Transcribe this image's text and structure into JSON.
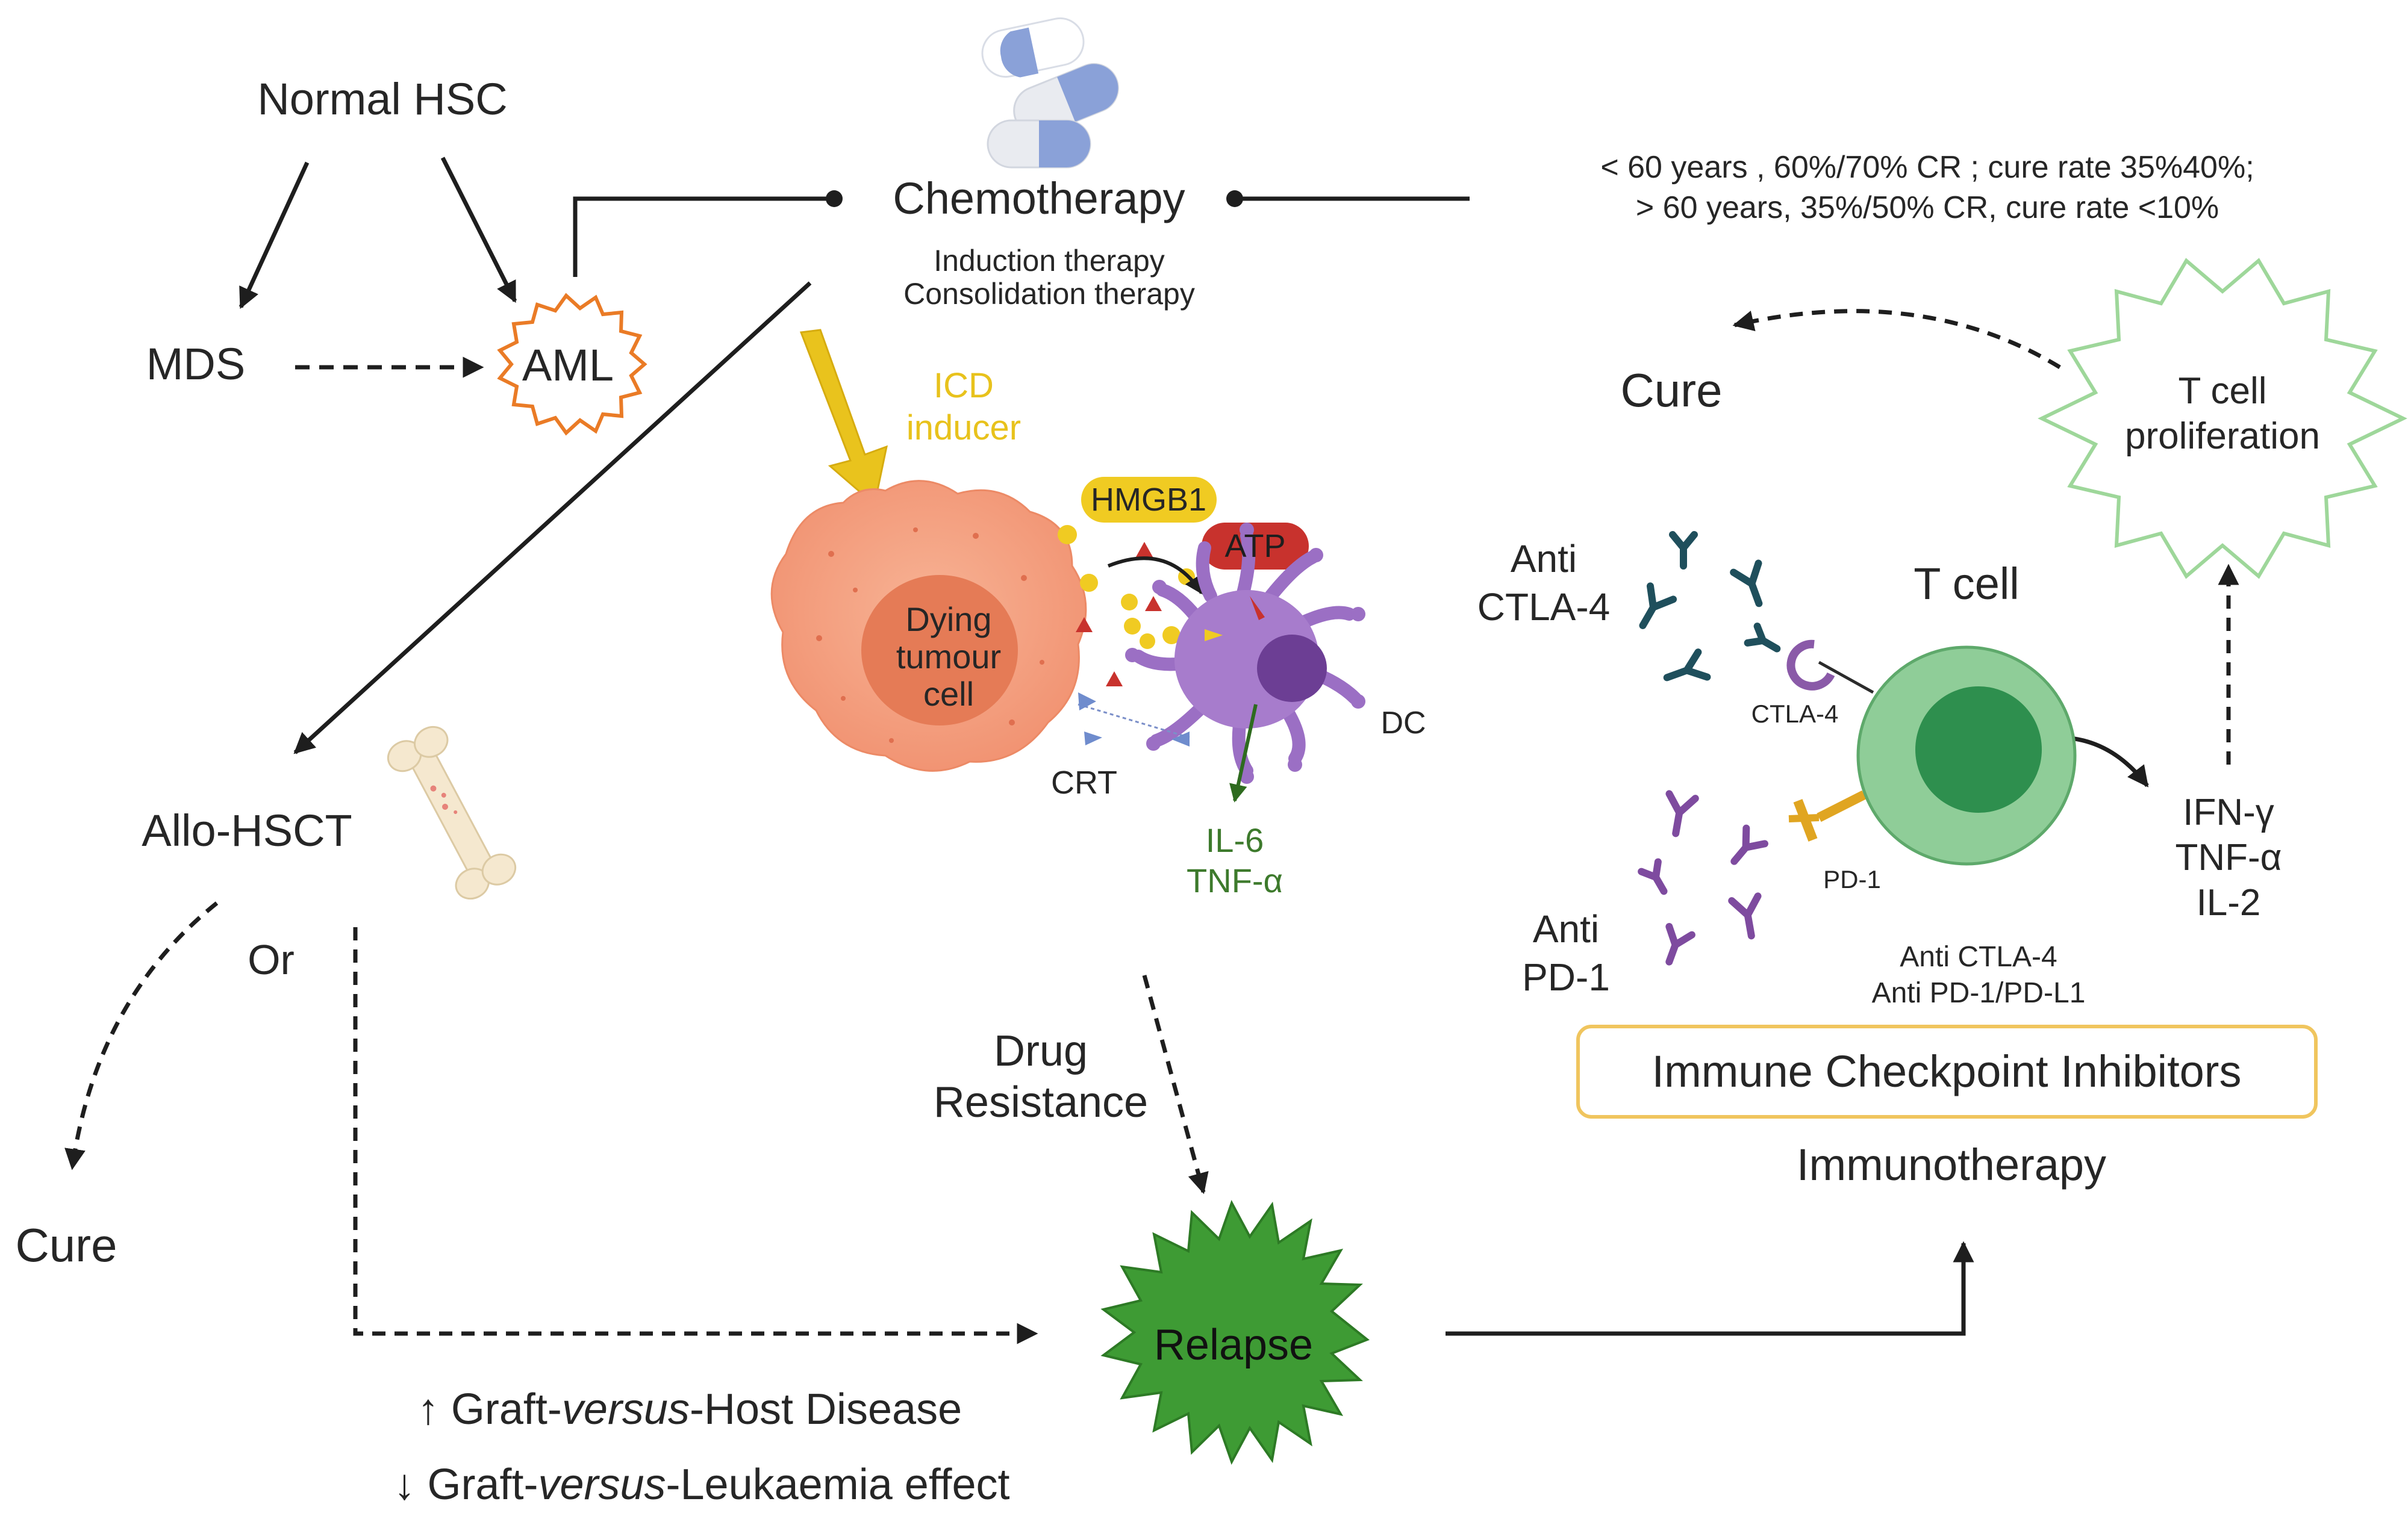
{
  "nodes": {
    "normal_hsc": "Normal HSC",
    "mds": "MDS",
    "aml": "AML",
    "chemotherapy": "Chemotherapy",
    "induction": "Induction therapy",
    "consolidation": "Consolidation therapy",
    "stats_line1": "< 60 years , 60%/70% CR ; cure rate 35%40%;",
    "stats_line2": "> 60 years, 35%/50% CR, cure rate <10%",
    "icd_line1": "ICD",
    "icd_line2": "inducer",
    "hmgb1": "HMGB1",
    "atp": "ATP",
    "dying_line1": "Dying",
    "dying_line2": "tumour",
    "dying_line3": "cell",
    "dc": "DC",
    "crt": "CRT",
    "il6": "IL-6",
    "tnfa_dc": "TNF-α",
    "allo_hsct": "Allo-HSCT",
    "or": "Or",
    "cure_left": "Cure",
    "cure_top": "Cure",
    "drug_line1": "Drug",
    "drug_line2": "Resistance",
    "relapse": "Relapse",
    "gvhd_arrow": "↑",
    "gvhd_pre": "Graft-",
    "gvhd_versus": "versus",
    "gvhd_post": "-Host Disease",
    "gvl_arrow": "↓",
    "gvl_pre": "Graft-",
    "gvl_versus": "versus",
    "gvl_post": "-Leukaemia effect",
    "tcell_prolif_line1": "T cell",
    "tcell_prolif_line2": "proliferation",
    "anti_ctla4_line1": "Anti",
    "anti_ctla4_line2": "CTLA-4",
    "t_cell": "T cell",
    "ctla4": "CTLA-4",
    "pd1": "PD-1",
    "anti_pd1_line1": "Anti",
    "anti_pd1_line2": "PD-1",
    "ifng": "IFN-γ",
    "tnfa_t": "TNF-α",
    "il2": "IL-2",
    "ici_sub1": "Anti CTLA-4",
    "ici_sub2": "Anti PD-1/PD-L1",
    "ici_box": "Immune Checkpoint Inhibitors",
    "immunotherapy": "Immunotherapy"
  },
  "colors": {
    "aml_orange": "#ea7b26",
    "icd_yellow": "#e8c21c",
    "relapse_green": "#3e9b34",
    "prolif_green": "#8fd18a",
    "tumour_salmon": "#f5a17e",
    "dc_purple": "#9b6fc4",
    "tcell_green": "#7ec48d",
    "atp_red": "#c8322d",
    "cytokine_green": "#3d7a2c"
  }
}
